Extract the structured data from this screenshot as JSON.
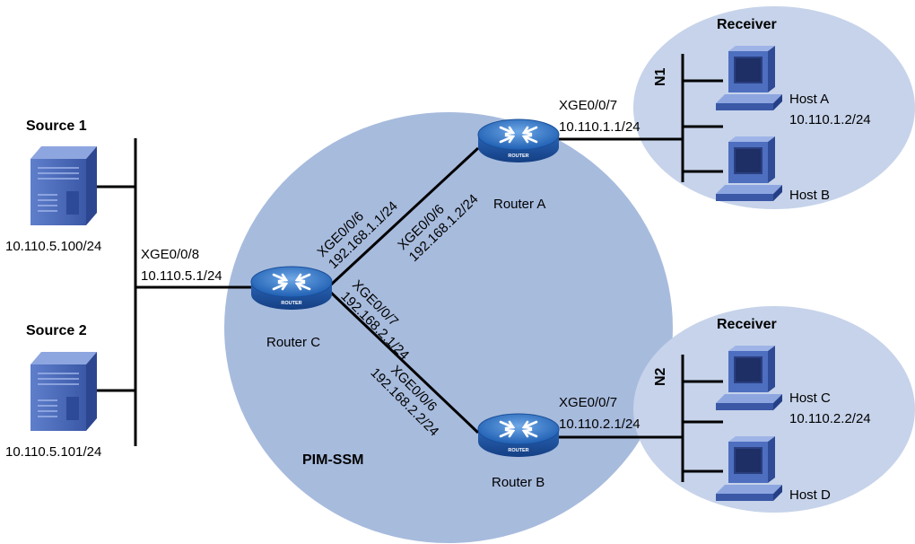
{
  "domain_label": "PIM-SSM",
  "sources": [
    {
      "title": "Source 1",
      "ip": "10.110.5.100/24"
    },
    {
      "title": "Source 2",
      "ip": "10.110.5.101/24"
    }
  ],
  "router_c": {
    "name": "Router C",
    "iface_west": "XGE0/0/8",
    "ip_west": "10.110.5.1/24",
    "iface_a": "XGE0/0/6",
    "ip_a": "192.168.1.1/24",
    "iface_b": "XGE0/0/7",
    "ip_b": "192.168.2.1/24"
  },
  "router_a": {
    "name": "Router A",
    "iface_c": "XGE0/0/6",
    "ip_c": "192.168.1.2/24",
    "iface_n1": "XGE0/0/7",
    "ip_n1": "10.110.1.1/24"
  },
  "router_b": {
    "name": "Router B",
    "iface_c": "XGE0/0/6",
    "ip_c": "192.168.2.2/24",
    "iface_n2": "XGE0/0/7",
    "ip_n2": "10.110.2.1/24"
  },
  "router_badge": "ROUTER",
  "receiver1": {
    "title": "Receiver",
    "network": "N1",
    "host_a": "Host A",
    "host_a_ip": "10.110.1.2/24",
    "host_b": "Host B"
  },
  "receiver2": {
    "title": "Receiver",
    "network": "N2",
    "host_c": "Host C",
    "host_c_ip": "10.110.2.2/24",
    "host_d": "Host D"
  },
  "colors": {
    "pim_domain": "#a7bbdd",
    "receiver_area": "#c6d3ea",
    "router_body": "#2d6ec2",
    "server": "#4a68b8",
    "pc": "#4a6db8"
  }
}
